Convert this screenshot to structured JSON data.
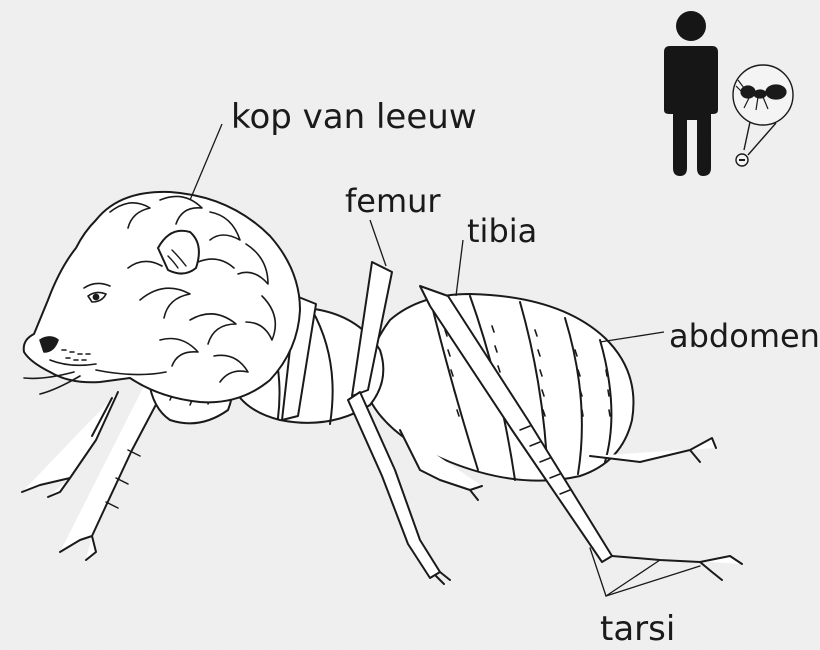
{
  "labels": {
    "head": "kop van leeuw",
    "femur": "femur",
    "tibia": "tibia",
    "abdomen": "abdomen",
    "tarsi": "tarsi"
  },
  "colors": {
    "background": "#efefef",
    "ink": "#1a1a1a",
    "fill": "#ffffff"
  },
  "icons": {
    "scale_reference": "human-silhouette-icon",
    "ant": "ant-icon"
  }
}
